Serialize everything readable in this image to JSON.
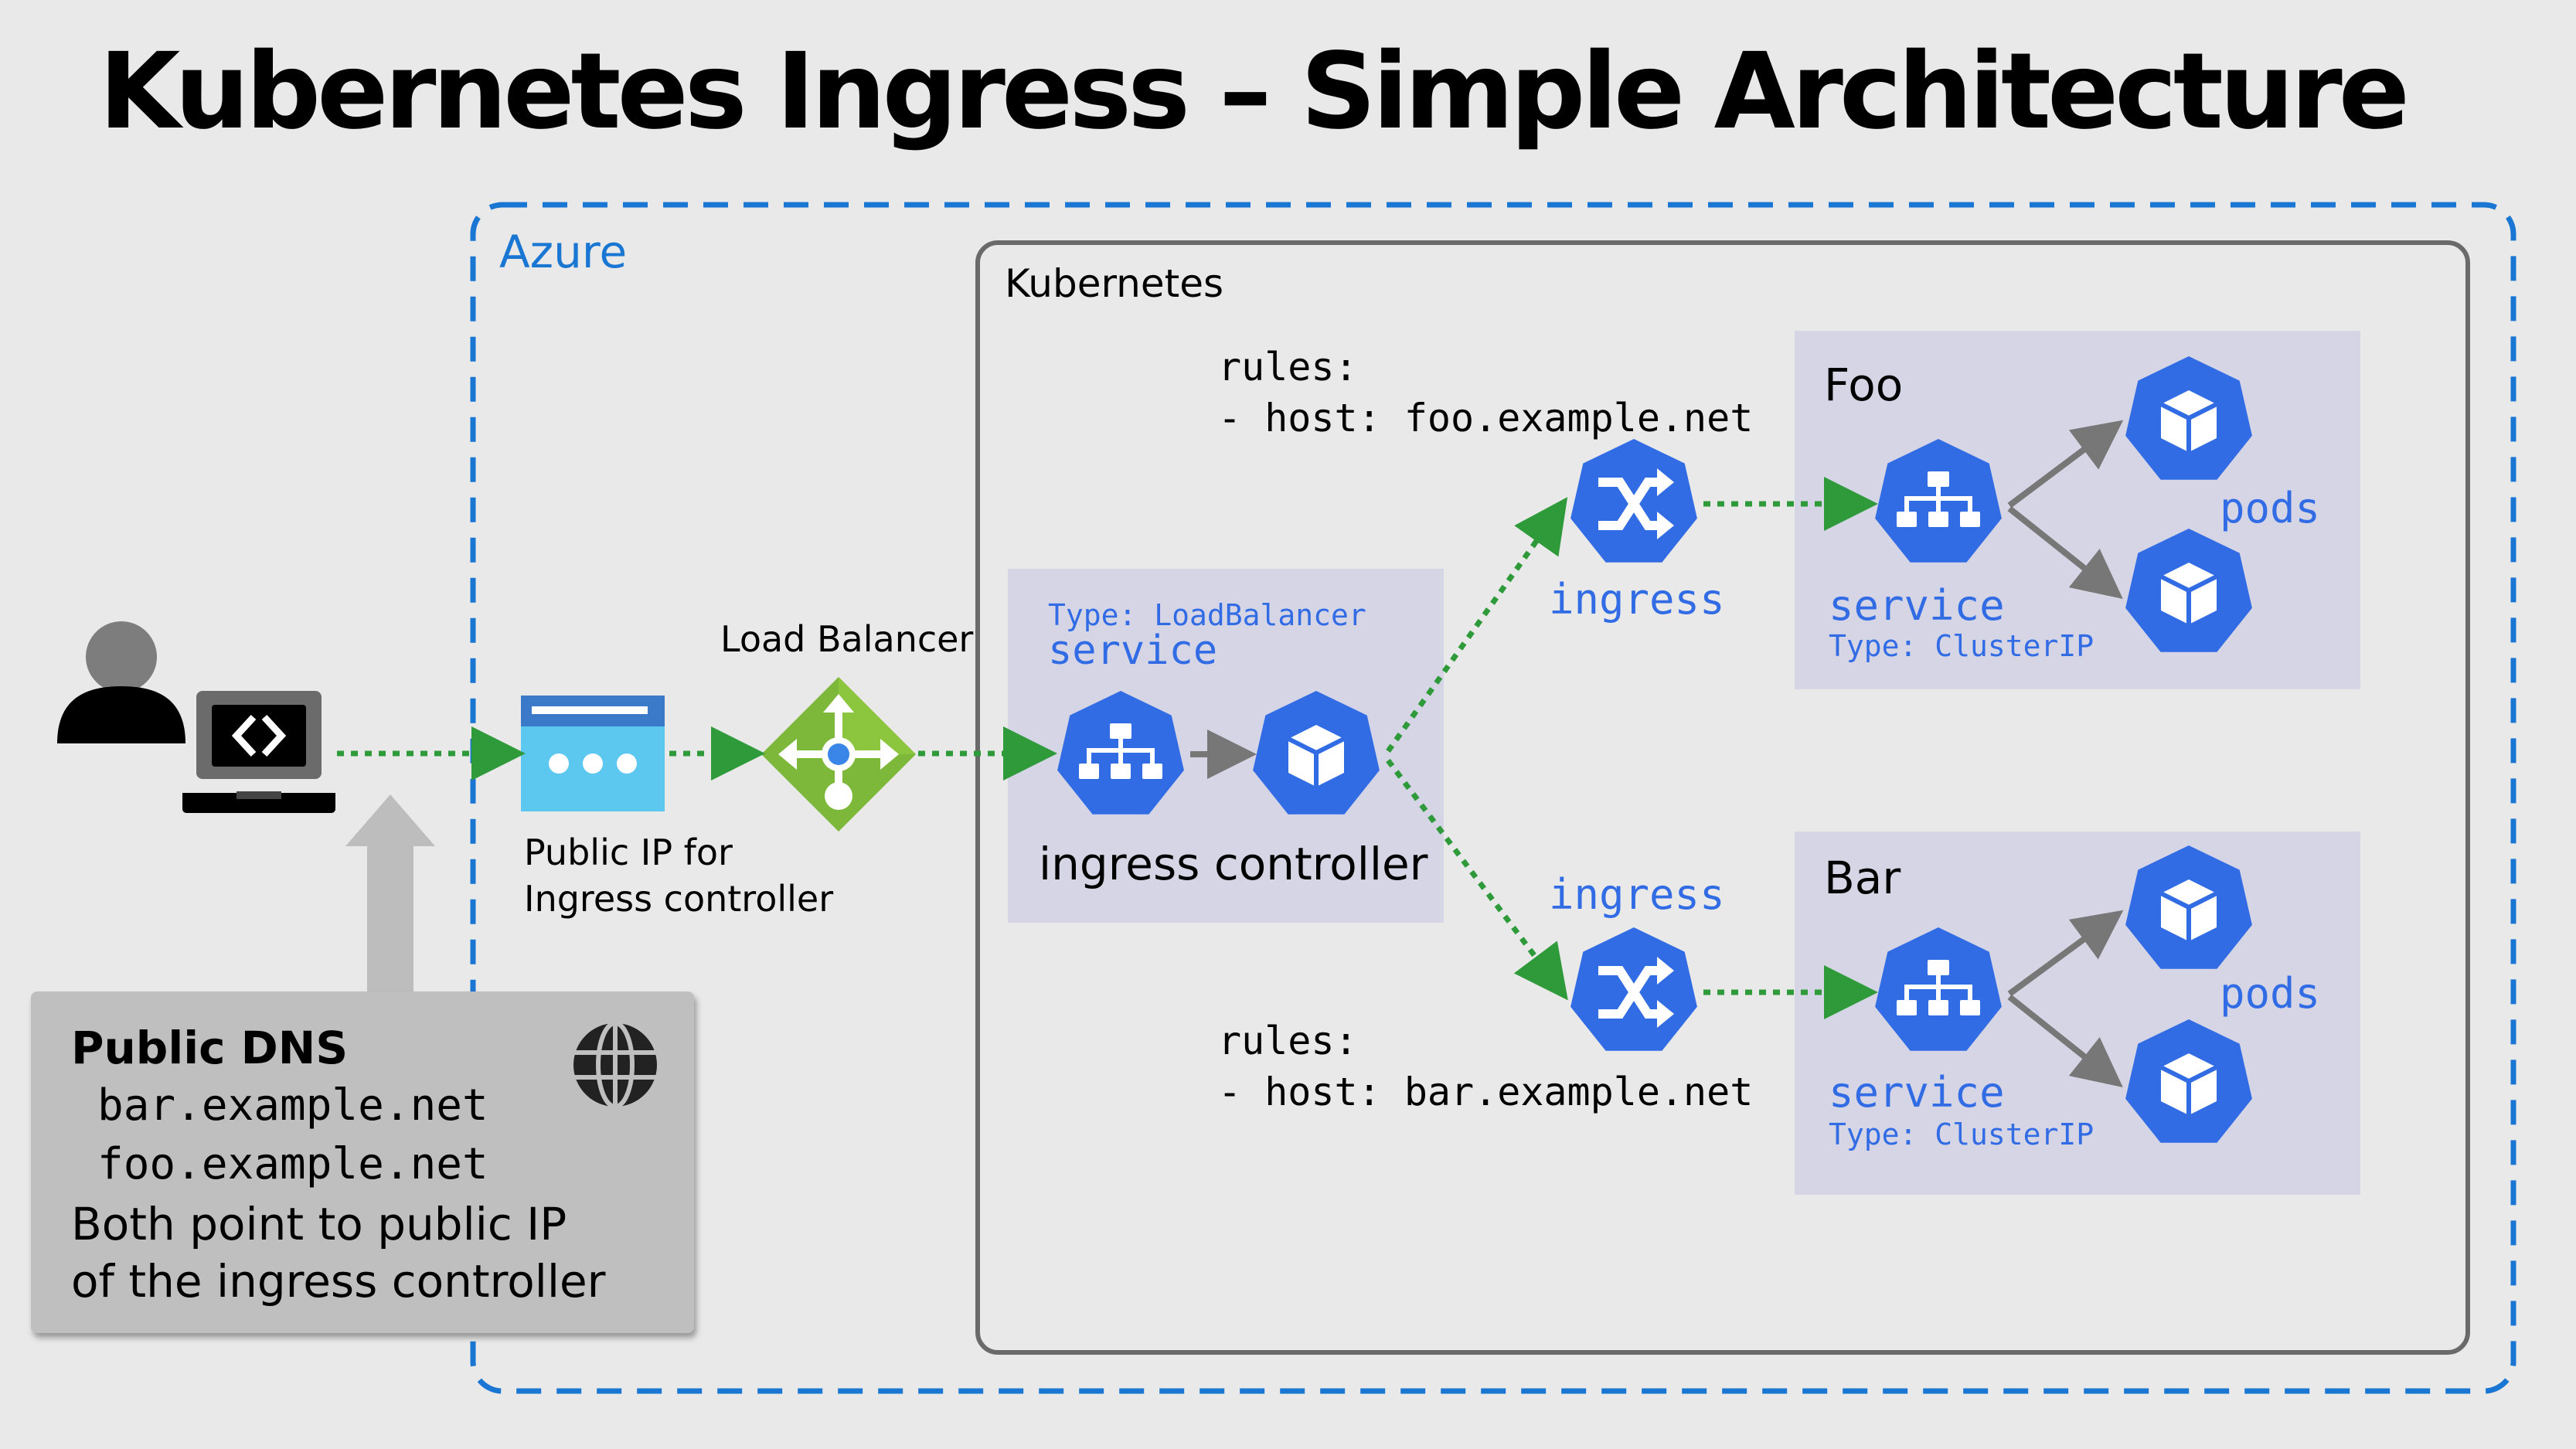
{
  "title": "Kubernetes Ingress – Simple Architecture",
  "azure": {
    "label": "Azure"
  },
  "kubernetes": {
    "label": "Kubernetes"
  },
  "public_ip": {
    "line1": "Public IP for",
    "line2": "Ingress controller"
  },
  "load_balancer": {
    "label": "Load Balancer"
  },
  "ingress_controller": {
    "type": "Type: LoadBalancer",
    "service": "service",
    "label": "ingress controller"
  },
  "rules_foo": {
    "line1": "rules:",
    "line2": "- host: foo.example.net"
  },
  "rules_bar": {
    "line1": "rules:",
    "line2": "- host: bar.example.net"
  },
  "ingress_foo": {
    "label": "ingress"
  },
  "ingress_bar": {
    "label": "ingress"
  },
  "foo": {
    "label": "Foo",
    "service": "service",
    "type": "Type: ClusterIP",
    "pods": "pods"
  },
  "bar": {
    "label": "Bar",
    "service": "service",
    "type": "Type: ClusterIP",
    "pods": "pods"
  },
  "public_dns": {
    "title": "Public DNS",
    "host1": "bar.example.net",
    "host2": "foo.example.net",
    "note1": "Both point to public IP",
    "note2": "of the ingress controller"
  },
  "icons": {
    "user": "user-icon",
    "laptop": "laptop-code-icon",
    "public_ip": "public-ip-icon",
    "load_balancer": "load-balancer-icon",
    "k8s_service": "k8s-service-icon",
    "k8s_pod": "k8s-pod-icon",
    "k8s_ingress": "k8s-ingress-icon",
    "globe": "globe-icon"
  },
  "colors": {
    "k8s_blue": "#326ce5",
    "azure_blue": "#1976d2",
    "flow_green": "#2e9a3a",
    "namespace_bg": "#d5d5e6",
    "dns_box_bg": "#bfbfbf"
  }
}
